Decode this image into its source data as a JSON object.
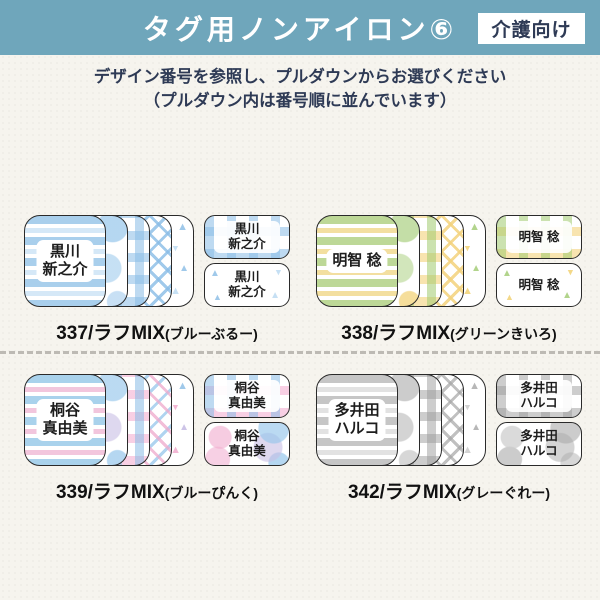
{
  "header": {
    "title": "タグ用ノンアイロン⑥",
    "badge": "介護向け",
    "bg_color": "#6fa6bb",
    "title_color": "#ffffff",
    "badge_text_color": "#2e3a55"
  },
  "instructions": {
    "line1": "デザイン番号を参照し、プルダウンからお選びください",
    "line2": "（プルダウン内は番号順に並んでいます）",
    "text_color": "#2e3a55"
  },
  "patterns": [
    "stripes",
    "dots",
    "plaid",
    "lattice",
    "triangles"
  ],
  "designs": [
    {
      "number": "337",
      "series": "/ラフMIX",
      "color_label": "(ブルーぶるー)",
      "palette": "blue",
      "accent_colors": [
        "#a9cfec",
        "#d5e8f7"
      ],
      "name_line1": "黒川",
      "name_line2": "新之介"
    },
    {
      "number": "338",
      "series": "/ラフMIX",
      "color_label": "(グリーンきいろ)",
      "palette": "green-yellow",
      "accent_colors": [
        "#bdd897",
        "#f3dfa0"
      ],
      "name_line1": "明智 稔",
      "name_line2": ""
    },
    {
      "number": "339",
      "series": "/ラフMIX",
      "color_label": "(ブルーぴんく)",
      "palette": "blue-pink",
      "accent_colors": [
        "#a9d2ec",
        "#f2c6dd"
      ],
      "name_line1": "桐谷",
      "name_line2": "真由美"
    },
    {
      "number": "342",
      "series": "/ラフMIX",
      "color_label": "(グレーぐれー)",
      "palette": "gray",
      "accent_colors": [
        "#c6c6c6",
        "#e2e2e2"
      ],
      "name_line1": "多井田",
      "name_line2": "ハルコ"
    }
  ]
}
